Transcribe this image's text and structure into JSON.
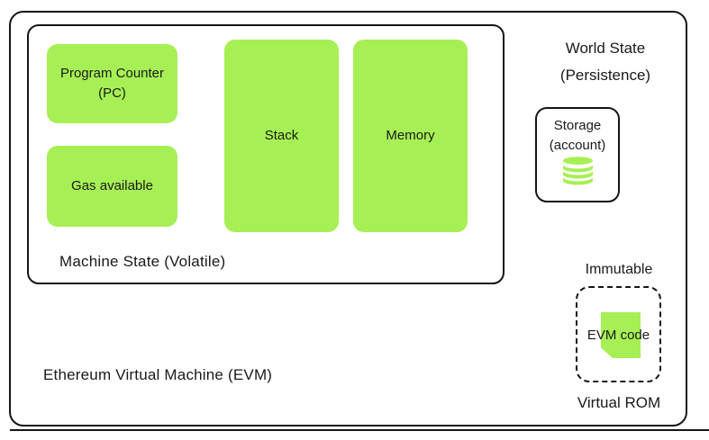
{
  "diagram": {
    "evm_label": "Ethereum Virtual Machine (EVM)",
    "machine_state": {
      "label": "Machine State (Volatile)",
      "program_counter_line1": "Program Counter",
      "program_counter_line2": "(PC)",
      "gas_label": "Gas available",
      "stack_label": "Stack",
      "memory_label": "Memory"
    },
    "world_state": {
      "line1": "World State",
      "line2": "(Persistence)"
    },
    "storage": {
      "line1": "Storage",
      "line2": "(account)",
      "icon": "database-icon"
    },
    "immutable_label": "Immutable",
    "virtual_rom": {
      "box_label": "EVM code",
      "caption": "Virtual ROM",
      "icon": "document-icon"
    }
  },
  "colors": {
    "box-green": "#a6f055",
    "fold-green": "#47ad49",
    "line": "#151515",
    "text": "#1a1a1a",
    "background": "#ffffff"
  }
}
